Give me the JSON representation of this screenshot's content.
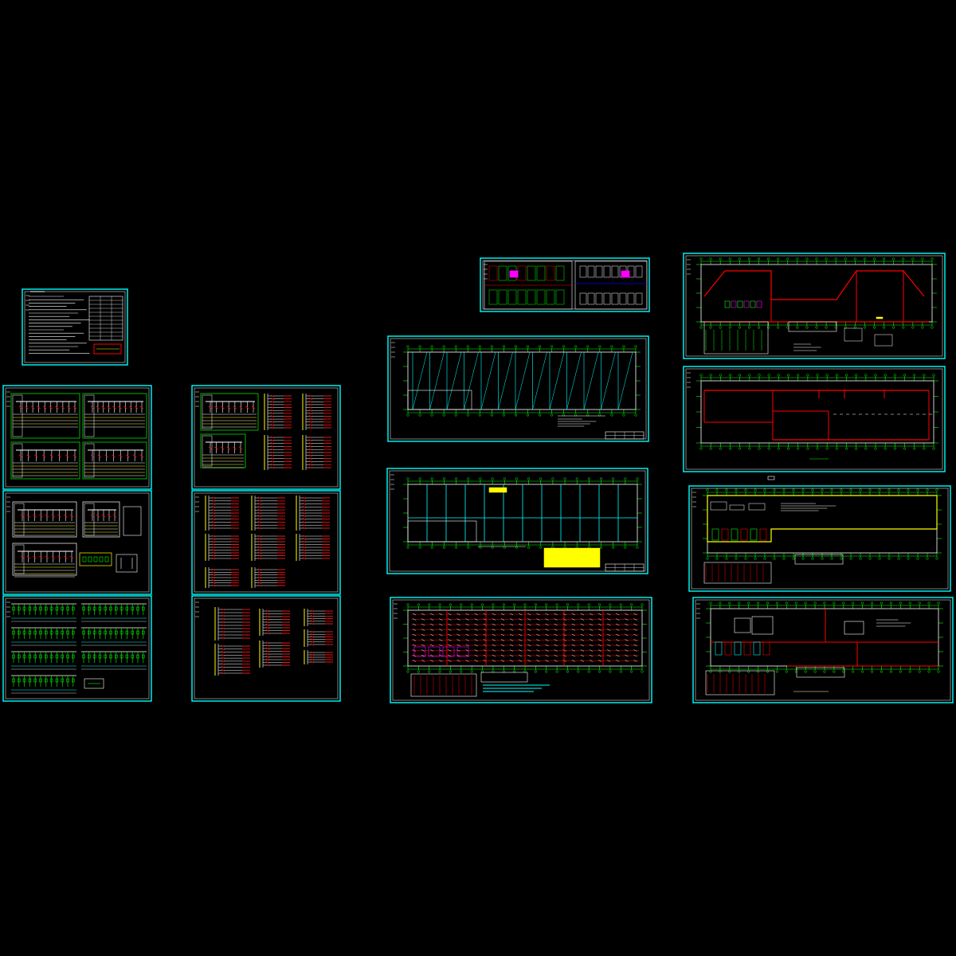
{
  "viewer": {
    "background": "#000000",
    "frame_color": "#00ffff",
    "wire_color": "#ff0000",
    "highlight_color": "#ffff00",
    "grid_color": "#00ff00",
    "line_color": "#ffffff",
    "magenta": "#ff00ff",
    "blue": "#0000ff"
  },
  "sheets": [
    {
      "id": "design-notes-sheet",
      "kind": "notes"
    },
    {
      "id": "panel-schedule-sheet-1",
      "kind": "schedule-a"
    },
    {
      "id": "panel-schedule-sheet-2",
      "kind": "schedule-b"
    },
    {
      "id": "panel-schedule-sheet-3",
      "kind": "schedule-c"
    },
    {
      "id": "distribution-diagram-sheet-1",
      "kind": "riser-a"
    },
    {
      "id": "distribution-diagram-sheet-2",
      "kind": "riser-b"
    },
    {
      "id": "distribution-diagram-sheet-3",
      "kind": "riser-c"
    },
    {
      "id": "key-plan-sheet",
      "kind": "keyplan"
    },
    {
      "id": "roof-plan-sheet",
      "kind": "plan-hatch"
    },
    {
      "id": "grounding-plan-sheet",
      "kind": "plan-grid"
    },
    {
      "id": "lighting-plan-sheet",
      "kind": "plan-dense"
    },
    {
      "id": "power-plan-sheet-1",
      "kind": "plan-red-1"
    },
    {
      "id": "power-plan-sheet-2",
      "kind": "plan-red-2"
    },
    {
      "id": "fire-alarm-plan-sheet",
      "kind": "plan-yellow"
    },
    {
      "id": "weak-current-plan-sheet",
      "kind": "plan-red-3"
    }
  ]
}
